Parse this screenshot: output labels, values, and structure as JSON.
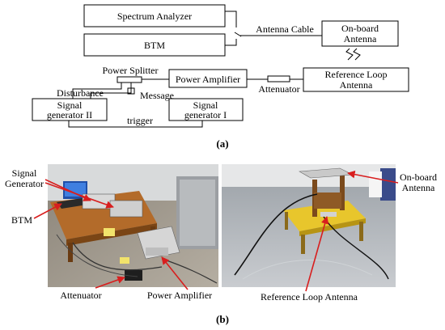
{
  "panel_a": {
    "boxes": {
      "spectrum_analyzer": "Spectrum Analyzer",
      "btm": "BTM",
      "onboard_antenna_line1": "On-board",
      "onboard_antenna_line2": "Antenna",
      "power_amplifier": "Power Amplifier",
      "reference_loop_line1": "Reference Loop",
      "reference_loop_line2": "Antenna",
      "signal_gen2_line1": "Signal",
      "signal_gen2_line2": "generator II",
      "signal_gen1_line1": "Signal",
      "signal_gen1_line2": "generator I"
    },
    "labels": {
      "antenna_cable": "Antenna Cable",
      "power_splitter": "Power Splitter",
      "disturbance": "Disturbance",
      "message": "Message",
      "attenuator": "Attenuator",
      "trigger": "trigger"
    },
    "caption": "(a)"
  },
  "panel_b": {
    "labels": {
      "signal_generator_line1": "Signal",
      "signal_generator_line2": "Generator",
      "btm": "BTM",
      "attenuator": "Attenuator",
      "power_amplifier": "Power Amplifier",
      "onboard_antenna_line1": "On-board",
      "onboard_antenna_line2": "Antenna",
      "reference_loop_antenna": "Reference Loop Antenna"
    },
    "caption": "(b)"
  },
  "colors": {
    "arrow": "#d81e1e",
    "line": "#000000"
  }
}
